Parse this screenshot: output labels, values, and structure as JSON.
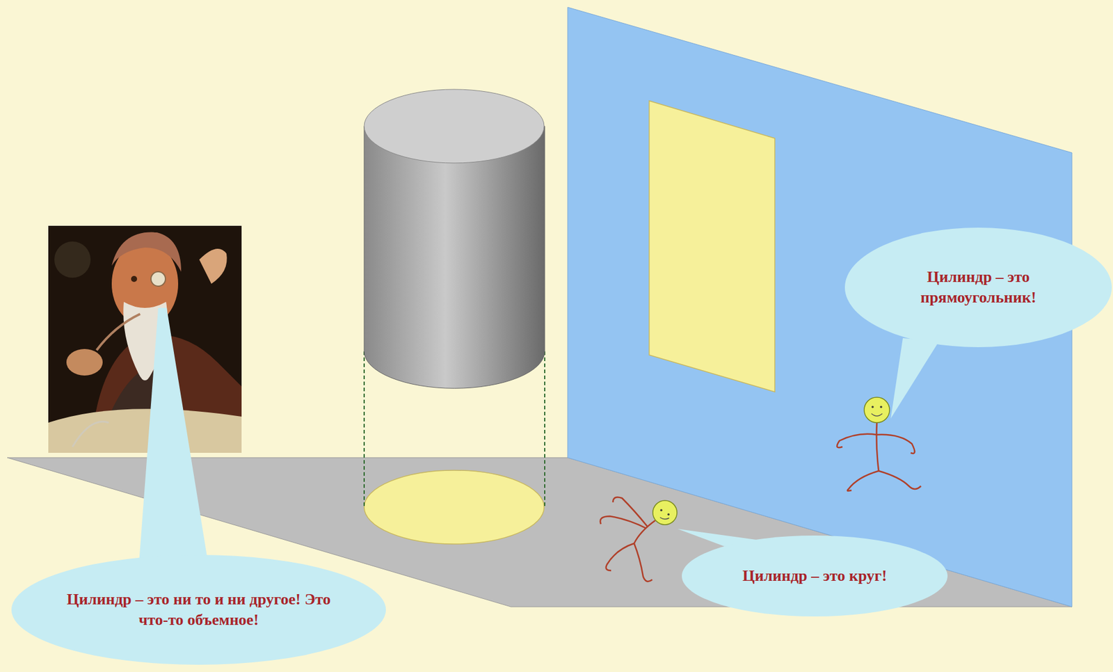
{
  "diagram": {
    "nodes": [
      {
        "text": [
          "Цилиндр – это прямоугольник!"
        ]
      },
      {
        "text": [
          "Цилиндр – это круг!"
        ]
      },
      {
        "text": [
          "Цилиндр – это ни то и ни другое! Это что-то объемное!"
        ]
      }
    ]
  }
}
